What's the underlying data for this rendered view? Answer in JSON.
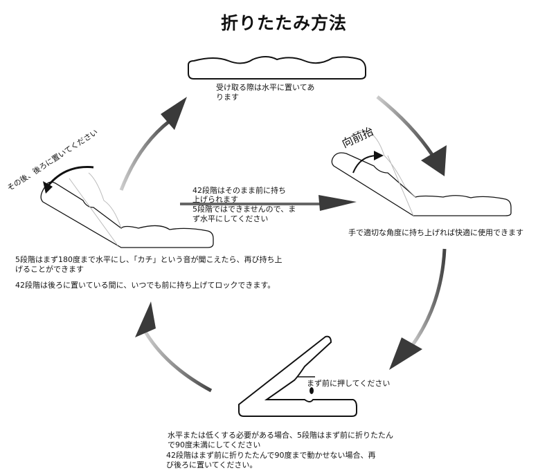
{
  "title": "折りたたみ方法",
  "steps": {
    "top": {
      "text_1": "受け取る際は水平に置いてあ",
      "text_2": "ります"
    },
    "right": {
      "lift_label": "向前抬",
      "text": "手で適切な角度に持ち上げれば快適に使用できます"
    },
    "bottom": {
      "push_label": "まず前に押してください",
      "text_1": "水平または低くする必要がある場合、5段階はまず前に折りたたん",
      "text_2": "で90度未満にしてください",
      "text_3": "42段階はまず前に折りたたんで90度まで動かせない場合、再",
      "text_4": "び後ろに置いてください。"
    },
    "left": {
      "back_label": "その後、後ろに置いてください",
      "text_1": "5段階はまず180度まで水平にし、「カチ」という音が聞こえたら、再び持ち上",
      "text_2": "げることができます",
      "text_3": "42段階は後ろに置いている間に、いつでも前に持ち上げてロックできます。"
    },
    "center": {
      "text_1": "42段階はそのまま前に持ち",
      "text_2": "上げられます",
      "text_3": "5段階ではできませんので、ま",
      "text_4": "ず水平にしてください"
    }
  },
  "colors": {
    "arrow": "#3a3a3a",
    "outline": "#111111",
    "ghost": "#bbbbbb"
  }
}
